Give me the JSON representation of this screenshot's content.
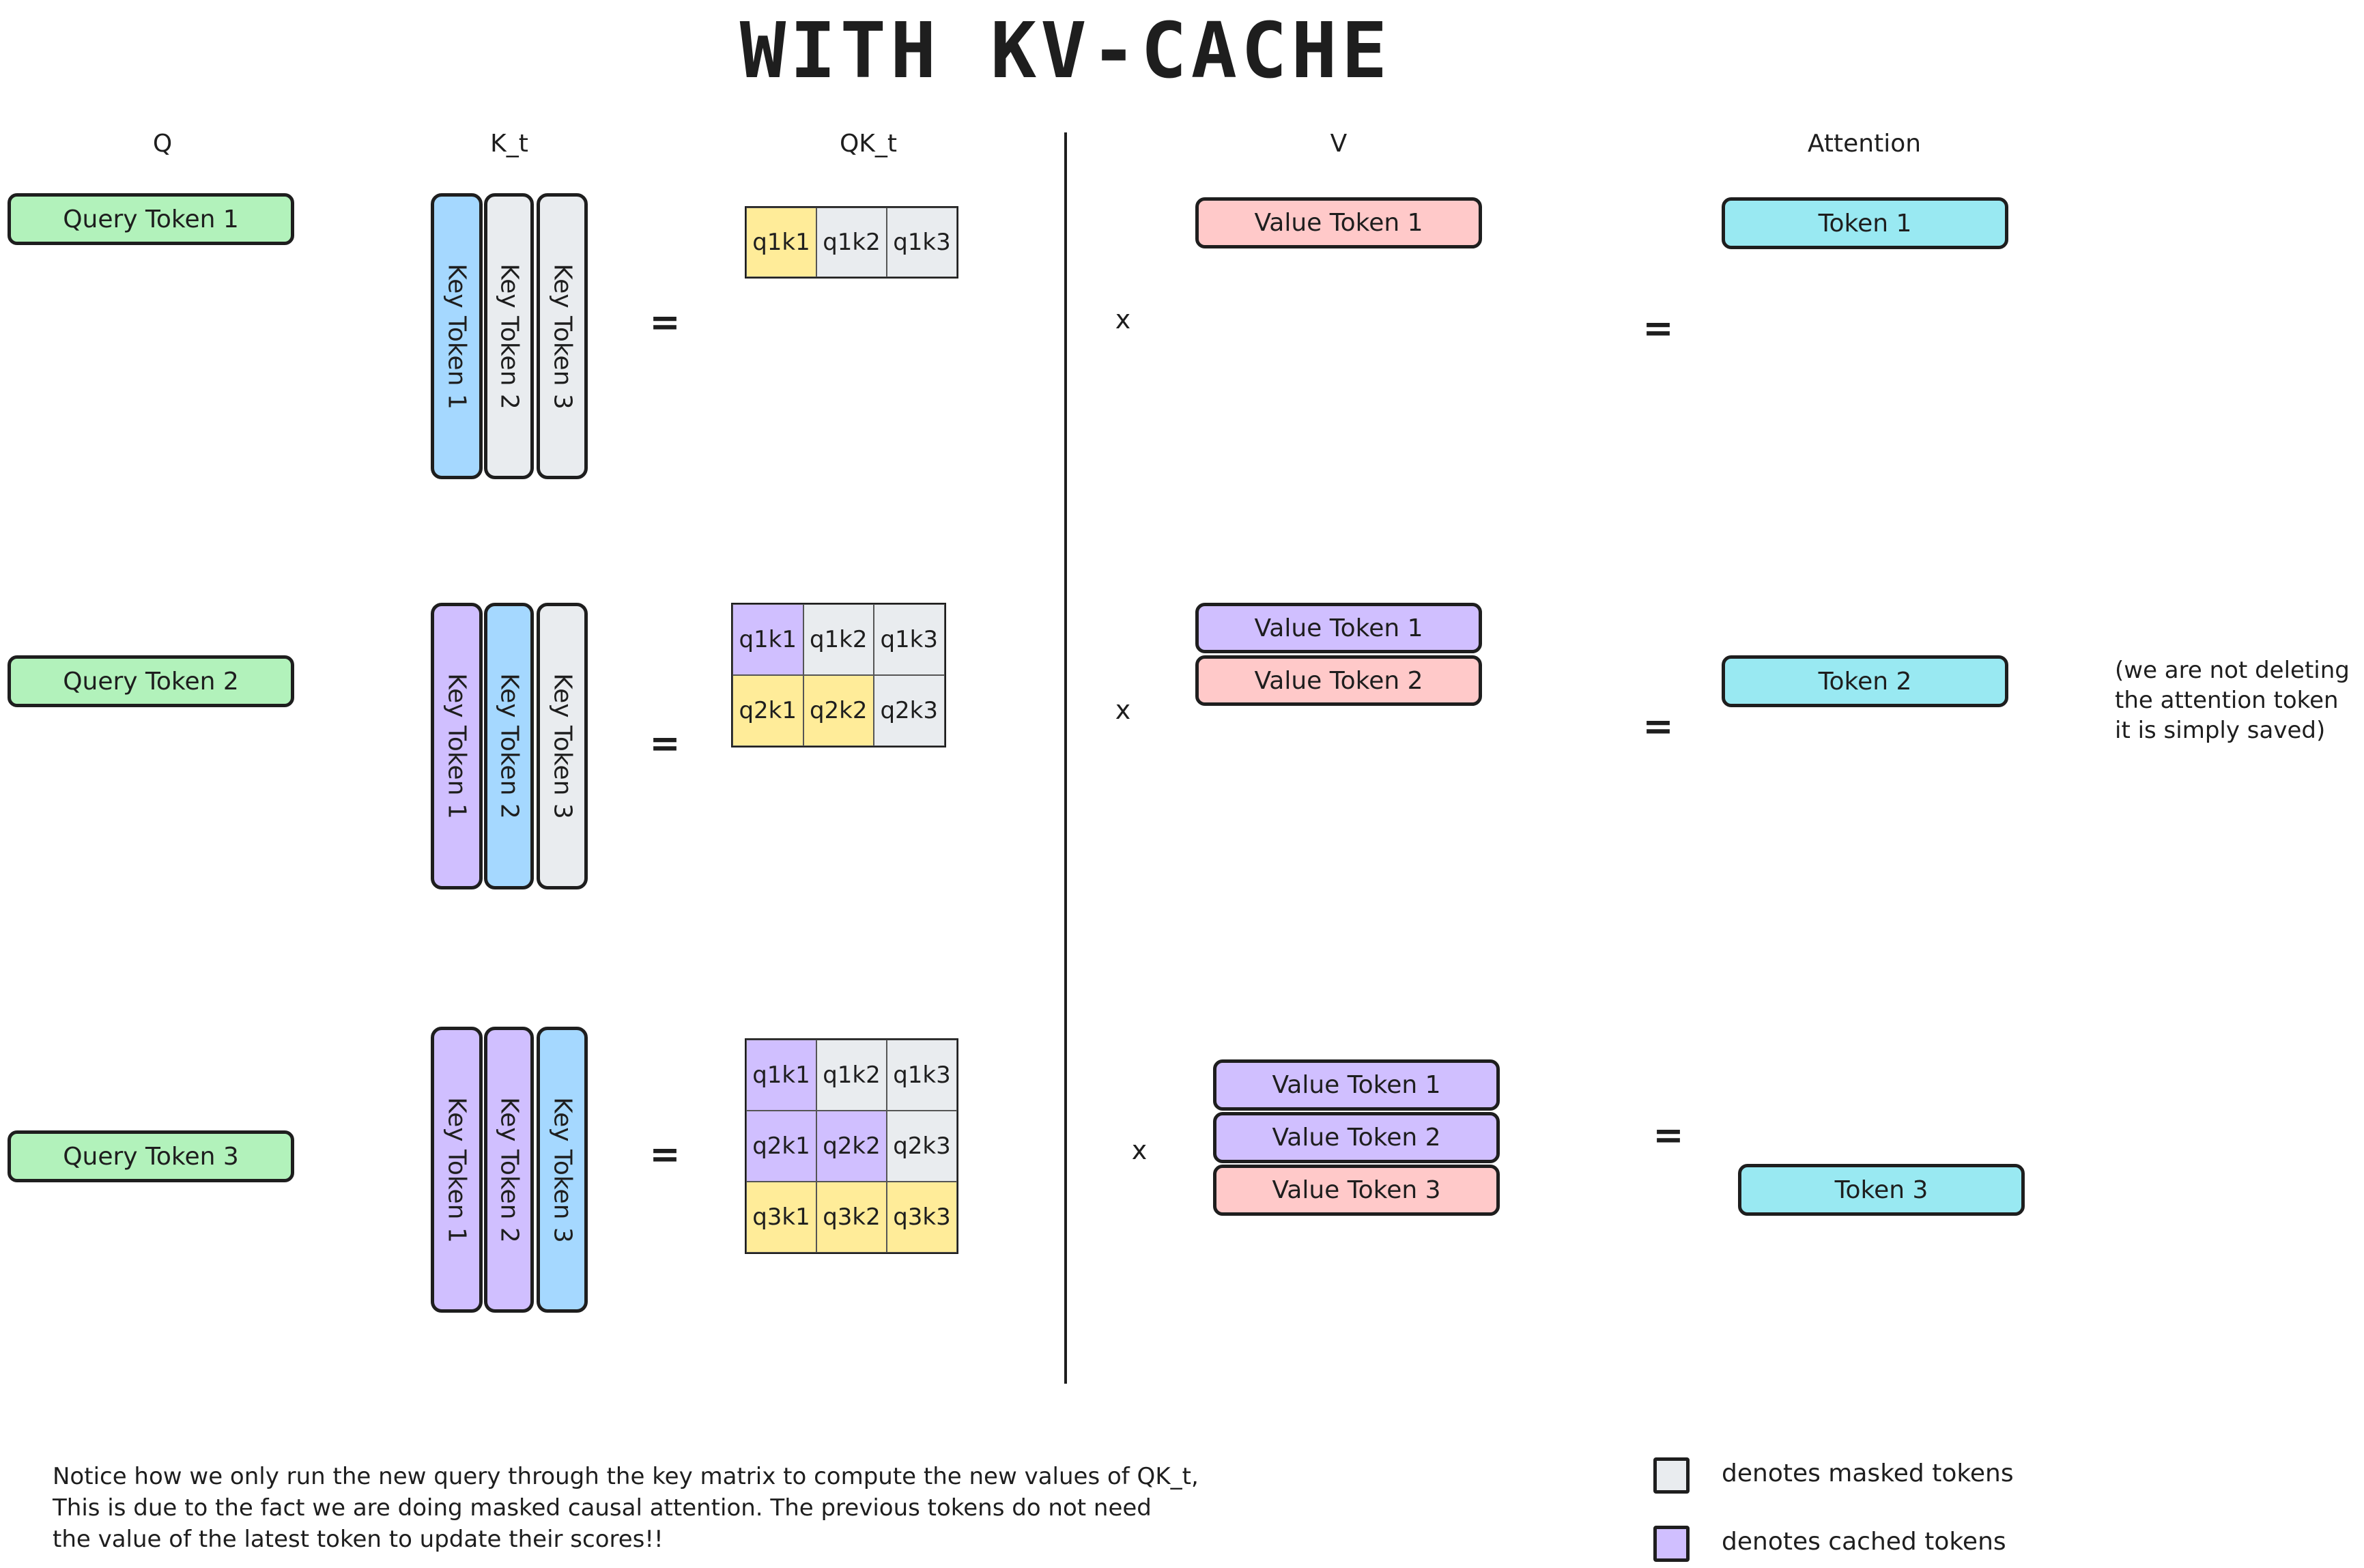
{
  "title": "WITH KV-CACHE",
  "headers": {
    "q": "Q",
    "k": "K_t",
    "qk": "QK_t",
    "v": "V",
    "attention": "Attention"
  },
  "colors": {
    "query": "#b2f2bb",
    "new_key": "#a5d8ff",
    "masked": "#e9ecef",
    "cached": "#d0bfff",
    "new_value": "#ffc9c9",
    "new_score": "#ffec99",
    "attention_output": "#99e9f2"
  },
  "rows": [
    {
      "query": "Query Token 1",
      "keys": [
        {
          "label": "Key Token 1",
          "state": "new"
        },
        {
          "label": "Key Token 2",
          "state": "masked"
        },
        {
          "label": "Key Token 3",
          "state": "masked"
        }
      ],
      "qk": [
        [
          {
            "label": "q1k1",
            "state": "new"
          },
          {
            "label": "q1k2",
            "state": "masked"
          },
          {
            "label": "q1k3",
            "state": "masked"
          }
        ]
      ],
      "equals": "=",
      "times": "x",
      "values": [
        {
          "label": "Value Token 1",
          "state": "new"
        }
      ],
      "equals2": "=",
      "attention": "Token 1"
    },
    {
      "query": "Query Token 2",
      "keys": [
        {
          "label": "Key Token 1",
          "state": "cached"
        },
        {
          "label": "Key Token 2",
          "state": "new"
        },
        {
          "label": "Key Token 3",
          "state": "masked"
        }
      ],
      "qk": [
        [
          {
            "label": "q1k1",
            "state": "cached"
          },
          {
            "label": "q1k2",
            "state": "masked"
          },
          {
            "label": "q1k3",
            "state": "masked"
          }
        ],
        [
          {
            "label": "q2k1",
            "state": "new"
          },
          {
            "label": "q2k2",
            "state": "new"
          },
          {
            "label": "q2k3",
            "state": "masked"
          }
        ]
      ],
      "equals": "=",
      "times": "x",
      "values": [
        {
          "label": "Value Token 1",
          "state": "cached"
        },
        {
          "label": "Value Token 2",
          "state": "new"
        }
      ],
      "equals2": "=",
      "attention": "Token 2"
    },
    {
      "query": "Query Token 3",
      "keys": [
        {
          "label": "Key Token 1",
          "state": "cached"
        },
        {
          "label": "Key Token 2",
          "state": "cached"
        },
        {
          "label": "Key Token 3",
          "state": "new"
        }
      ],
      "qk": [
        [
          {
            "label": "q1k1",
            "state": "cached"
          },
          {
            "label": "q1k2",
            "state": "masked"
          },
          {
            "label": "q1k3",
            "state": "masked"
          }
        ],
        [
          {
            "label": "q2k1",
            "state": "cached"
          },
          {
            "label": "q2k2",
            "state": "cached"
          },
          {
            "label": "q2k3",
            "state": "masked"
          }
        ],
        [
          {
            "label": "q3k1",
            "state": "new"
          },
          {
            "label": "q3k2",
            "state": "new"
          },
          {
            "label": "q3k3",
            "state": "new"
          }
        ]
      ],
      "equals": "=",
      "times": "x",
      "values": [
        {
          "label": "Value Token 1",
          "state": "cached"
        },
        {
          "label": "Value Token 2",
          "state": "cached"
        },
        {
          "label": "Value Token 3",
          "state": "new"
        }
      ],
      "equals2": "=",
      "attention": "Token 3"
    }
  ],
  "side_note": [
    "(we are not deleting",
    "the attention token",
    "it is simply saved)"
  ],
  "bottom_note": [
    "Notice how we only run the new query through the key matrix to compute the new values of QK_t,",
    "This is due to the fact we are doing masked causal attention. The previous tokens do not need",
    "the value of the latest token to update their scores!!"
  ],
  "legend": [
    {
      "label": "denotes masked tokens",
      "state": "masked"
    },
    {
      "label": "denotes cached tokens",
      "state": "cached"
    }
  ]
}
